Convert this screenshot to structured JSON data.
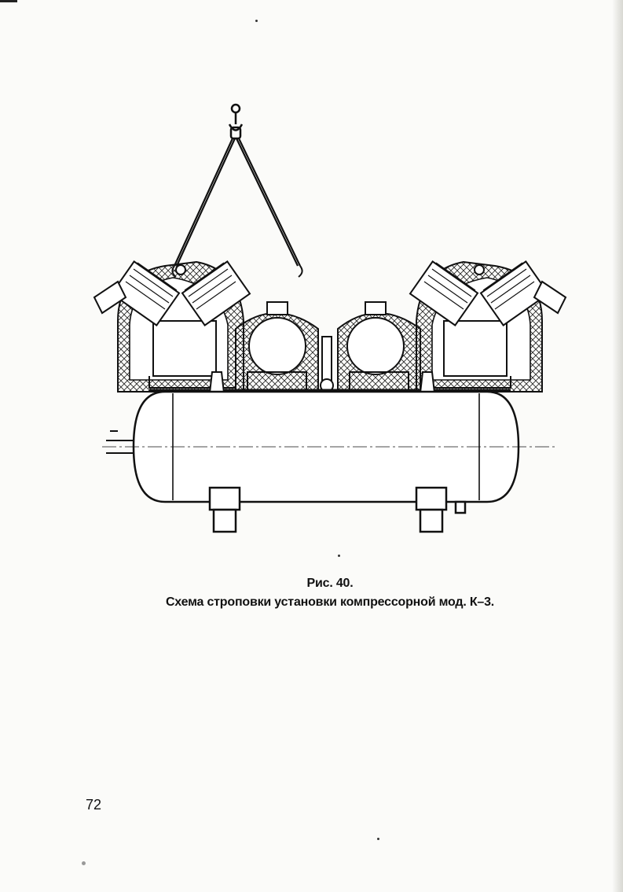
{
  "figure": {
    "number": "Рис. 40.",
    "title": "Схема строповки установки компрессорной мод. К–3."
  },
  "page": {
    "number": "72"
  },
  "colors": {
    "ink": "#111111",
    "paper": "#fbfbf9"
  }
}
